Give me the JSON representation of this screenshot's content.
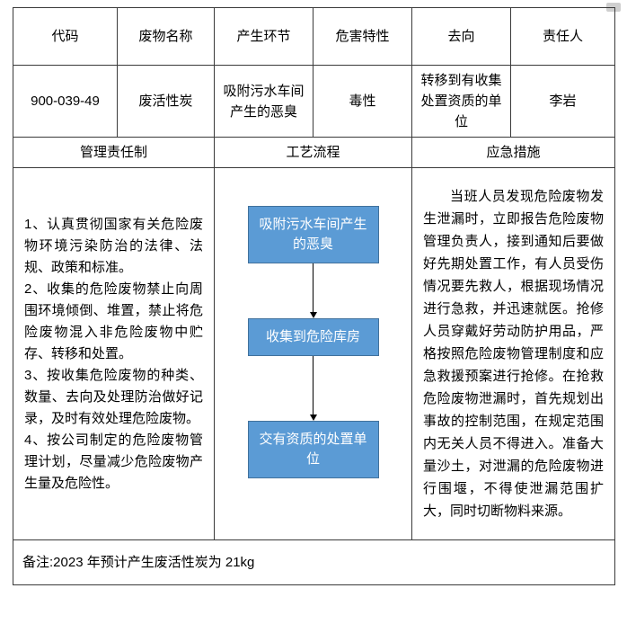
{
  "header": {
    "columns": [
      "代码",
      "废物名称",
      "产生环节",
      "危害特性",
      "去向",
      "责任人"
    ]
  },
  "waste": {
    "code": "900-039-49",
    "name": "废活性炭",
    "source": "吸附污水车间产生的恶臭",
    "hazard": "毒性",
    "destination": "转移到有收集处置资质的单位",
    "responsible": "李岩"
  },
  "sections": {
    "management_title": "管理责任制",
    "process_title": "工艺流程",
    "emergency_title": "应急措施"
  },
  "management": {
    "items": [
      "1、认真贯彻国家有关危险废物环境污染防治的法律、法规、政策和标准。",
      "2、收集的危险废物禁止向周围环境倾倒、堆置，禁止将危险废物混入非危险废物中贮存、转移和处置。",
      "3、按收集危险废物的种类、数量、去向及处理防治做好记录，及时有效处理危险废物。",
      "4、按公司制定的危险废物管理计划，尽量减少危险废物产生量及危险性。"
    ]
  },
  "flowchart": {
    "steps": [
      "吸附污水车间产生的恶臭",
      "收集到危险库房",
      "交有资质的处置单位"
    ]
  },
  "emergency": {
    "text": "当班人员发现危险废物发生泄漏时，立即报告危险废物管理负责人，接到通知后要做好先期处置工作，有人员受伤情况要先救人，根据现场情况进行急救，并迅速就医。抢修人员穿戴好劳动防护用品，严格按照危险废物管理制度和应急救援预案进行抢修。在抢救危险废物泄漏时，首先规划出事故的控制范围，在规定范围内无关人员不得进入。准备大量沙土，对泄漏的危险废物进行围堰，不得使泄漏范围扩大，同时切断物料来源。"
  },
  "footer": {
    "note": "备注:2023 年预计产生废活性炭为 21kg"
  },
  "colors": {
    "flow_box_bg": "#5B9BD5",
    "flow_box_border": "#41719C",
    "flow_box_text": "#FFFFFF",
    "table_border": "#3A3A3A"
  }
}
